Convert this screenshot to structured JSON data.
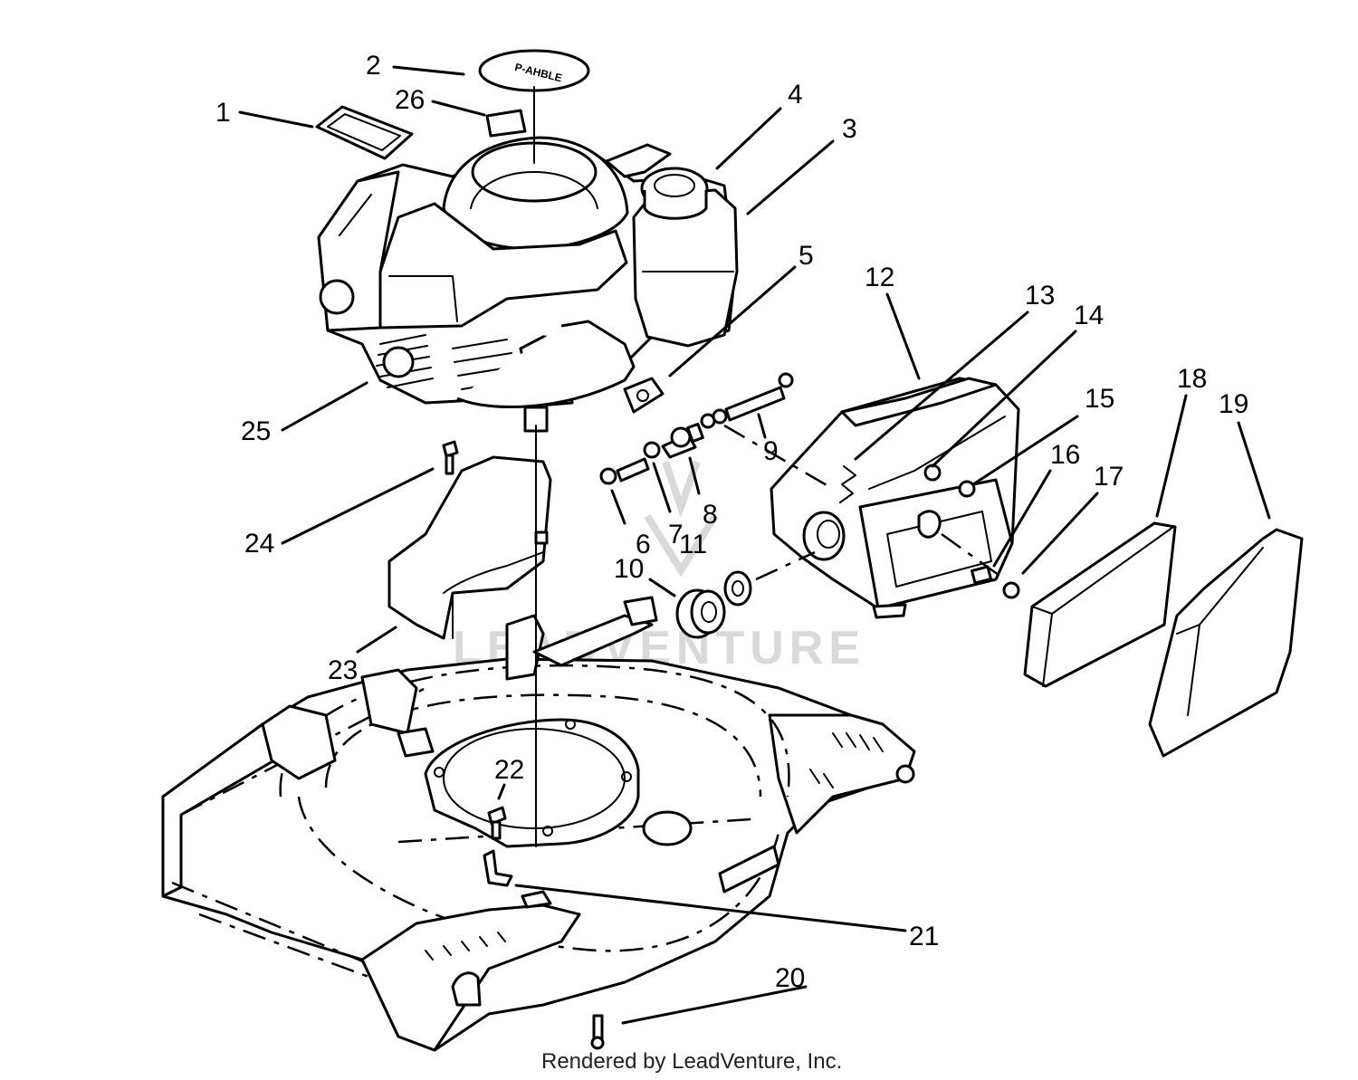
{
  "parts": {
    "p1": "1",
    "p2": "2",
    "p3": "3",
    "p4": "4",
    "p5": "5",
    "p6": "6",
    "p7": "7",
    "p8": "8",
    "p9": "9",
    "p10": "10",
    "p11": "11",
    "p12": "12",
    "p13": "13",
    "p14": "14",
    "p15": "15",
    "p16": "16",
    "p17": "17",
    "p18": "18",
    "p19": "19",
    "p20": "20",
    "p21": "21",
    "p22": "22",
    "p23": "23",
    "p24": "24",
    "p25": "25",
    "p26": "26"
  },
  "watermark": "LEADVENTURE",
  "credit": "Rendered by LeadVenture, Inc."
}
